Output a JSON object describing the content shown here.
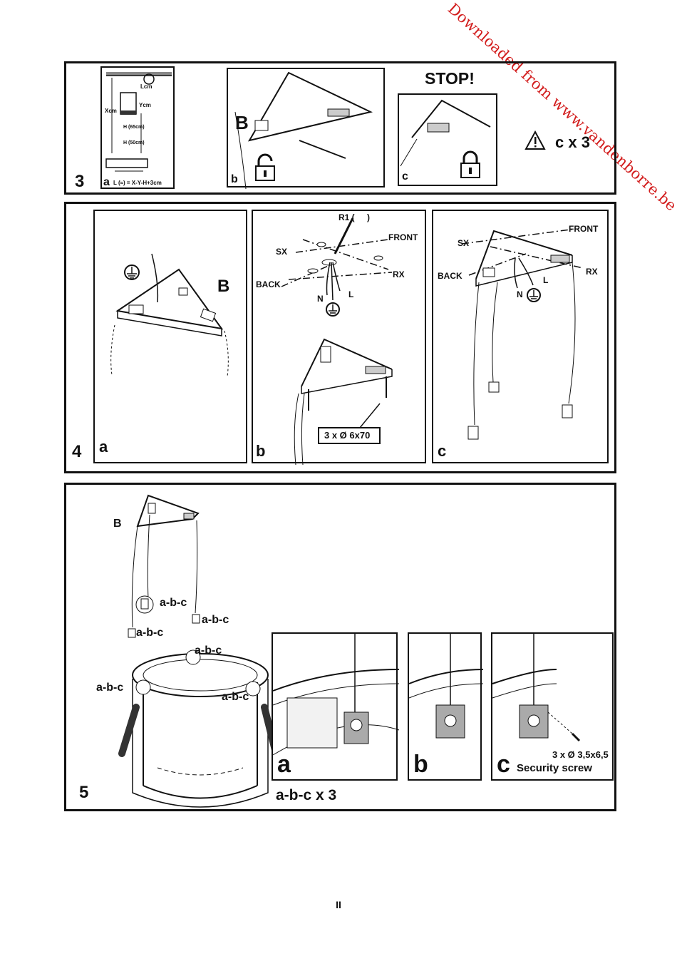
{
  "watermark": "Downloaded from www.vandenborre.be",
  "page_number": "II",
  "step3": {
    "number": "3",
    "a": {
      "letter": "a",
      "label_lcm": "Lcm",
      "label_xcm": "Xcm",
      "label_ycm": "Ycm",
      "label_h65": "H (65cm)",
      "label_h50": "H (50cm)",
      "formula": "L (≈) = X-Y-H+3cm"
    },
    "b": {
      "letter": "b",
      "part": "B"
    },
    "c": {
      "letter": "c",
      "stop": "STOP!",
      "warning": "c x 3"
    }
  },
  "step4": {
    "number": "4",
    "a": {
      "letter": "a",
      "part": "B"
    },
    "b": {
      "letter": "b",
      "r1": "R1 (",
      "r1_close": ")",
      "front": "FRONT",
      "sx": "SX",
      "back": "BACK",
      "rx": "RX",
      "n": "N",
      "l": "L",
      "screws": "3 x Ø 6x70"
    },
    "c": {
      "letter": "c",
      "front": "FRONT",
      "sx": "SX",
      "back": "BACK",
      "rx": "RX",
      "n": "N",
      "l": "L"
    }
  },
  "step5": {
    "number": "5",
    "part": "B",
    "abc": "a-b-c",
    "details": [
      {
        "letter": "a"
      },
      {
        "letter": "b"
      },
      {
        "letter": "c",
        "screws": "3 x Ø 3,5x6,5",
        "screw_name": "Security screw"
      }
    ],
    "repeat": "a-b-c x 3"
  }
}
